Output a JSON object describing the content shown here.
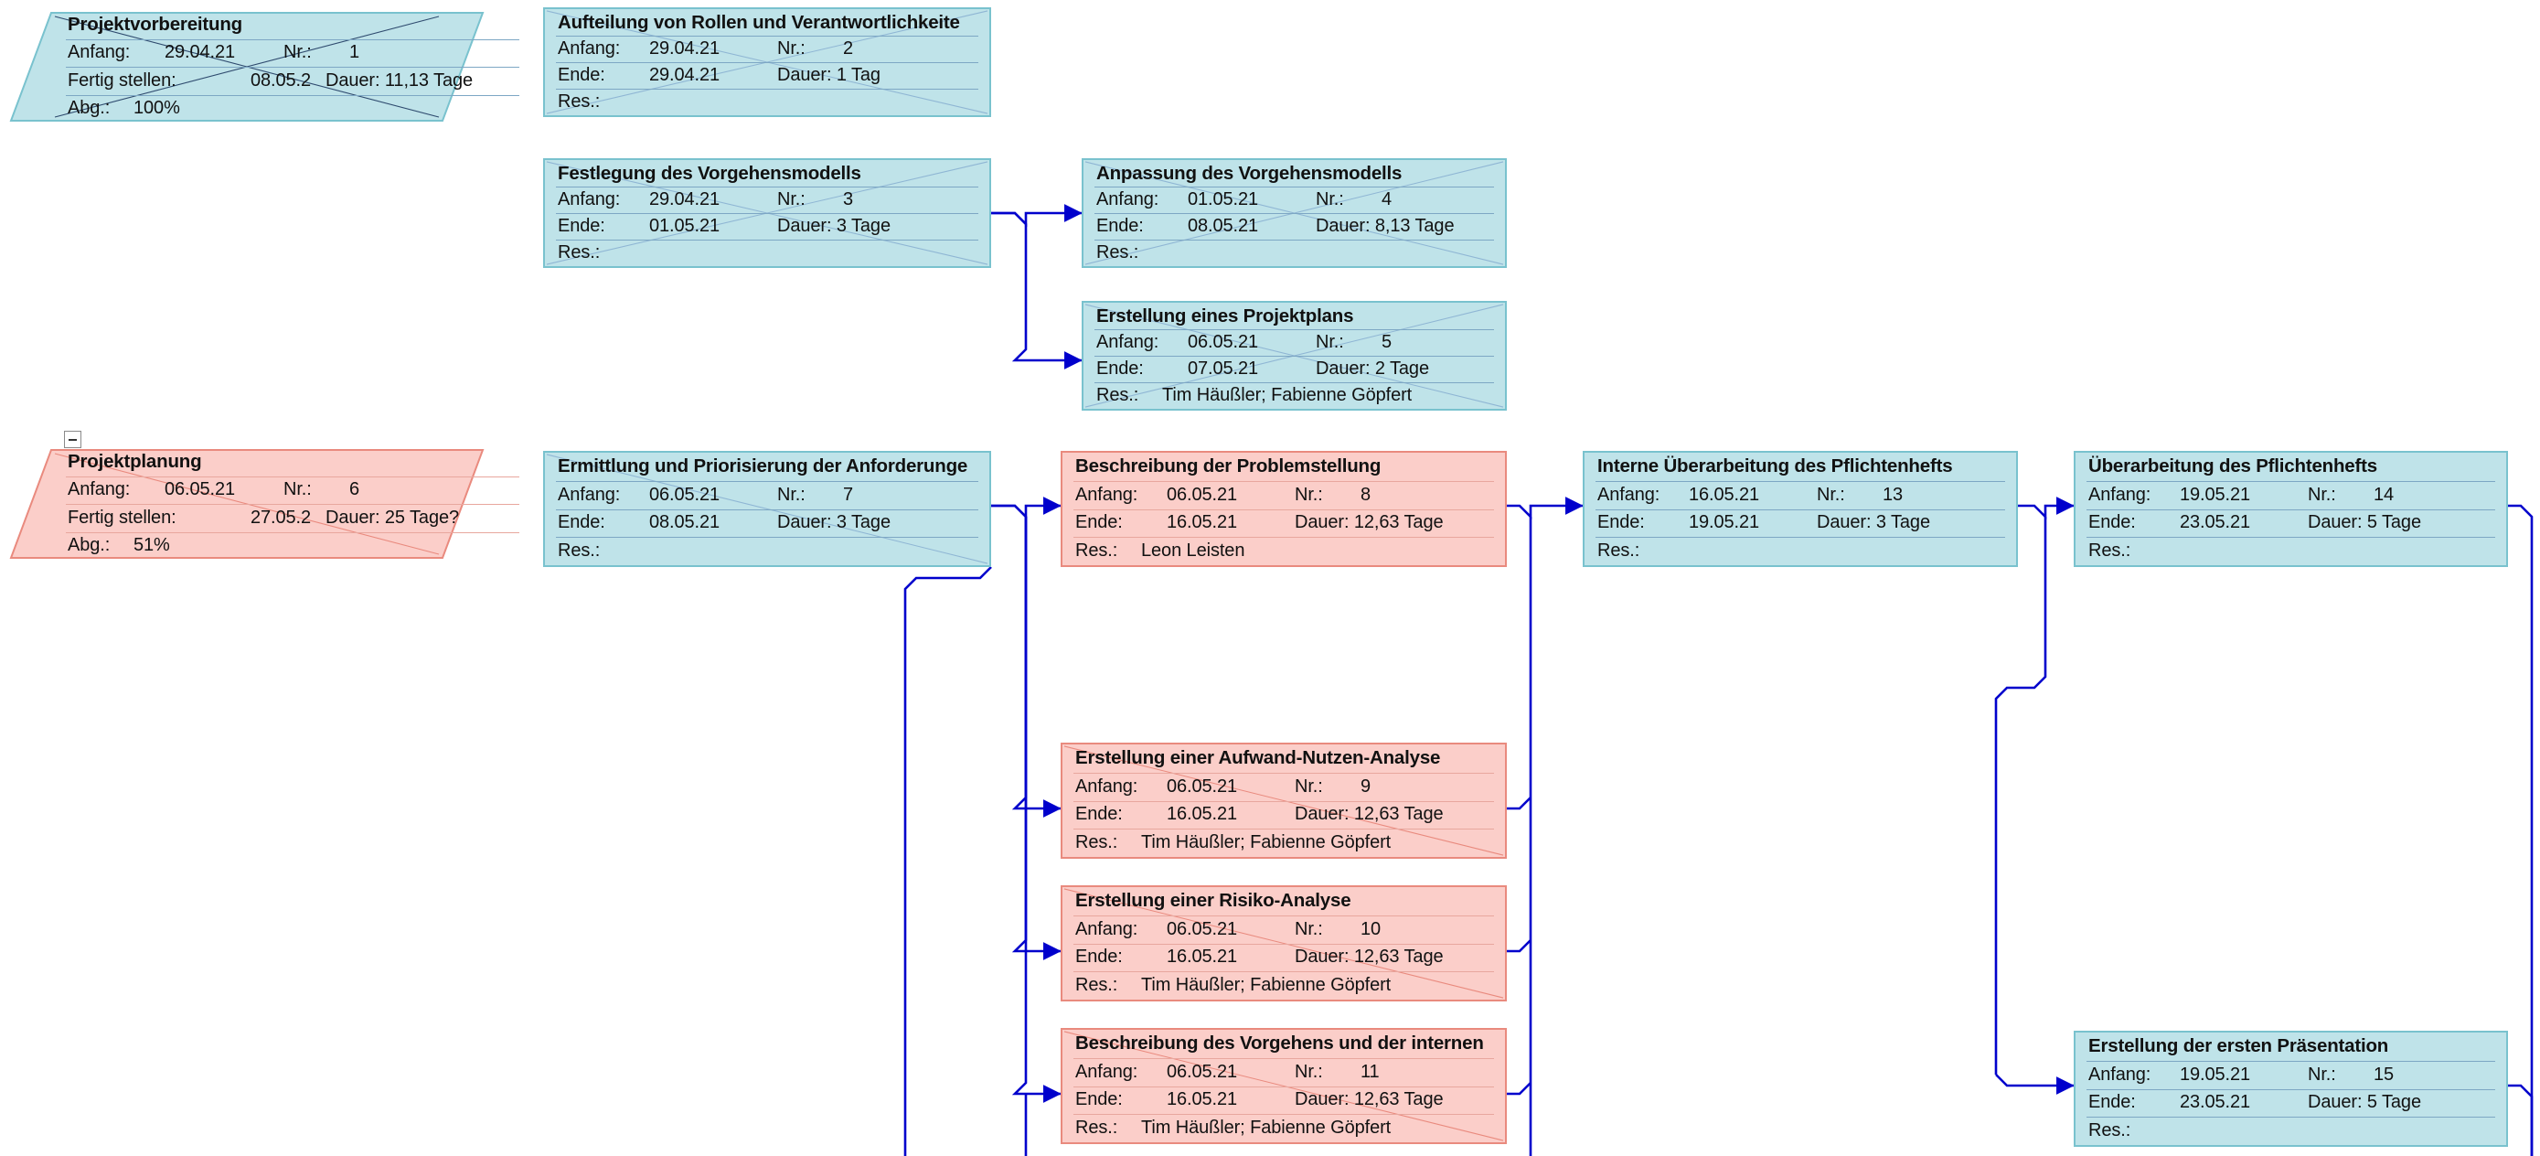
{
  "diagram": {
    "kind": "project-network-diagram",
    "language": "de",
    "colors": {
      "done_fill": "#bfe3e9",
      "done_border": "#79c2ce",
      "critical_fill": "#fbcec9",
      "critical_border": "#e98a7e",
      "connector": "#0000cc",
      "text": "#111111"
    },
    "field_labels": {
      "start": "Anfang:",
      "end": "Ende:",
      "finish": "Fertig stellen:",
      "number": "Nr.:",
      "duration_prefix": "Dauer:",
      "resources": "Res.:",
      "progress": "Abg.:"
    }
  },
  "nodes": [
    {
      "id": "n1",
      "shape": "parallelogram",
      "style": "blue",
      "crossed": "x",
      "collapse_toggle": true,
      "title": "Projektvorbereitung",
      "start_label": "Anfang:",
      "start": "29.04.21",
      "nr_label": "Nr.:",
      "nr": "1",
      "finish_label": "Fertig stellen:",
      "finish": "08.05.2",
      "duration": "Dauer: 11,13 Tage",
      "progress_label": "Abg.:",
      "progress": "100%"
    },
    {
      "id": "n2",
      "shape": "rect",
      "style": "blue",
      "crossed": "x",
      "title": "Aufteilung von Rollen und Verantwortlichkeite",
      "start_label": "Anfang:",
      "start": "29.04.21",
      "nr_label": "Nr.:",
      "nr": "2",
      "end_label": "Ende:",
      "end": "29.04.21",
      "duration": "Dauer: 1 Tag",
      "res_label": "Res.:",
      "res": ""
    },
    {
      "id": "n3",
      "shape": "rect",
      "style": "blue",
      "crossed": "x",
      "title": "Festlegung des Vorgehensmodells",
      "start_label": "Anfang:",
      "start": "29.04.21",
      "nr_label": "Nr.:",
      "nr": "3",
      "end_label": "Ende:",
      "end": "01.05.21",
      "duration": "Dauer: 3 Tage",
      "res_label": "Res.:",
      "res": ""
    },
    {
      "id": "n4",
      "shape": "rect",
      "style": "blue",
      "crossed": "x",
      "title": "Anpassung des Vorgehensmodells",
      "start_label": "Anfang:",
      "start": "01.05.21",
      "nr_label": "Nr.:",
      "nr": "4",
      "end_label": "Ende:",
      "end": "08.05.21",
      "duration": "Dauer: 8,13 Tage",
      "res_label": "Res.:",
      "res": ""
    },
    {
      "id": "n5",
      "shape": "rect",
      "style": "blue",
      "crossed": "x",
      "title": "Erstellung eines Projektplans",
      "start_label": "Anfang:",
      "start": "06.05.21",
      "nr_label": "Nr.:",
      "nr": "5",
      "end_label": "Ende:",
      "end": "07.05.21",
      "duration": "Dauer: 2 Tage",
      "res_label": "Res.:",
      "res": "Tim Häußler; Fabienne Göpfert"
    },
    {
      "id": "n6",
      "shape": "parallelogram",
      "style": "pink",
      "crossed": "diag",
      "collapse_toggle": true,
      "title": "Projektplanung",
      "start_label": "Anfang:",
      "start": "06.05.21",
      "nr_label": "Nr.:",
      "nr": "6",
      "finish_label": "Fertig stellen:",
      "finish": "27.05.2",
      "duration": "Dauer: 25 Tage?",
      "progress_label": "Abg.:",
      "progress": "51%"
    },
    {
      "id": "n7",
      "shape": "rect",
      "style": "blue",
      "crossed": "diag",
      "title": "Ermittlung und Priorisierung der Anforderunge",
      "start_label": "Anfang:",
      "start": "06.05.21",
      "nr_label": "Nr.:",
      "nr": "7",
      "end_label": "Ende:",
      "end": "08.05.21",
      "duration": "Dauer: 3 Tage",
      "res_label": "Res.:",
      "res": ""
    },
    {
      "id": "n8",
      "shape": "rect",
      "style": "pink",
      "crossed": "none",
      "title": "Beschreibung der Problemstellung",
      "start_label": "Anfang:",
      "start": "06.05.21",
      "nr_label": "Nr.:",
      "nr": "8",
      "end_label": "Ende:",
      "end": "16.05.21",
      "duration": "Dauer: 12,63 Tage",
      "res_label": "Res.:",
      "res": "Leon Leisten"
    },
    {
      "id": "n9",
      "shape": "rect",
      "style": "pink",
      "crossed": "diag",
      "title": "Erstellung einer Aufwand-Nutzen-Analyse",
      "start_label": "Anfang:",
      "start": "06.05.21",
      "nr_label": "Nr.:",
      "nr": "9",
      "end_label": "Ende:",
      "end": "16.05.21",
      "duration": "Dauer: 12,63 Tage",
      "res_label": "Res.:",
      "res": "Tim Häußler; Fabienne Göpfert"
    },
    {
      "id": "n10",
      "shape": "rect",
      "style": "pink",
      "crossed": "diag",
      "title": "Erstellung einer Risiko-Analyse",
      "start_label": "Anfang:",
      "start": "06.05.21",
      "nr_label": "Nr.:",
      "nr": "10",
      "end_label": "Ende:",
      "end": "16.05.21",
      "duration": "Dauer: 12,63 Tage",
      "res_label": "Res.:",
      "res": "Tim Häußler; Fabienne Göpfert"
    },
    {
      "id": "n11",
      "shape": "rect",
      "style": "pink",
      "crossed": "diag",
      "title": "Beschreibung des Vorgehens und der internen",
      "start_label": "Anfang:",
      "start": "06.05.21",
      "nr_label": "Nr.:",
      "nr": "11",
      "end_label": "Ende:",
      "end": "16.05.21",
      "duration": "Dauer: 12,63 Tage",
      "res_label": "Res.:",
      "res": "Tim Häußler; Fabienne Göpfert"
    },
    {
      "id": "n13",
      "shape": "rect",
      "style": "blue",
      "crossed": "none",
      "title": "Interne Überarbeitung des Pflichtenhefts",
      "start_label": "Anfang:",
      "start": "16.05.21",
      "nr_label": "Nr.:",
      "nr": "13",
      "end_label": "Ende:",
      "end": "19.05.21",
      "duration": "Dauer: 3 Tage",
      "res_label": "Res.:",
      "res": ""
    },
    {
      "id": "n14",
      "shape": "rect",
      "style": "blue",
      "crossed": "none",
      "title": "Überarbeitung des Pflichtenhefts",
      "start_label": "Anfang:",
      "start": "19.05.21",
      "nr_label": "Nr.:",
      "nr": "14",
      "end_label": "Ende:",
      "end": "23.05.21",
      "duration": "Dauer: 5 Tage",
      "res_label": "Res.:",
      "res": ""
    },
    {
      "id": "n15",
      "shape": "rect",
      "style": "blue",
      "crossed": "none",
      "title": "Erstellung der ersten Präsentation",
      "start_label": "Anfang:",
      "start": "19.05.21",
      "nr_label": "Nr.:",
      "nr": "15",
      "end_label": "Ende:",
      "end": "23.05.21",
      "duration": "Dauer: 5 Tage",
      "res_label": "Res.:",
      "res": ""
    }
  ]
}
